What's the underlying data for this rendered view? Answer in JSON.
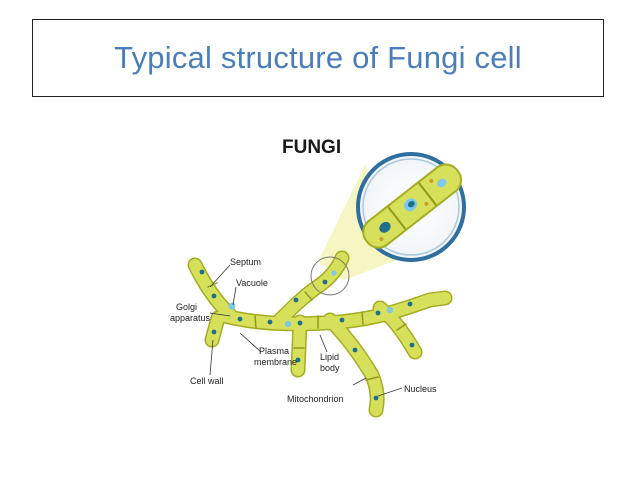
{
  "slide": {
    "title": "Typical structure of Fungi cell"
  },
  "diagram": {
    "heading": "FUNGI",
    "labels": {
      "septum": "Septum",
      "vacuole": "Vacuole",
      "golgi_line1": "Golgi",
      "golgi_line2": "apparatus",
      "cell_wall": "Cell wall",
      "plasma_line1": "Plasma",
      "plasma_line2": "membrane",
      "lipid_line1": "Lipid",
      "lipid_line2": "body",
      "mitochondrion": "Mitochondrion",
      "nucleus": "Nucleus"
    },
    "colors": {
      "hypha_fill": "#d6e05a",
      "hypha_stroke": "#a4ad22",
      "nucleus": "#1f6f8b",
      "vacuole": "#7fc8e8",
      "magnifier_ring": "#2f6fa0",
      "beam": "#f3f4b8"
    }
  }
}
